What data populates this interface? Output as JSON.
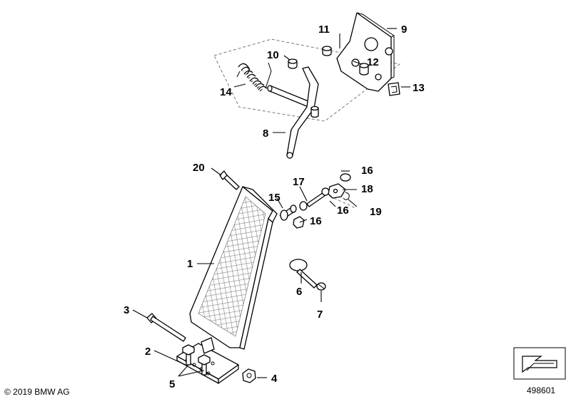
{
  "diagram": {
    "callouts": {
      "c1": "1",
      "c2": "2",
      "c3": "3",
      "c4": "4",
      "c5": "5",
      "c6": "6",
      "c7": "7",
      "c8": "8",
      "c9": "9",
      "c10": "10",
      "c11": "11",
      "c12": "12",
      "c13": "13",
      "c14": "14",
      "c15": "15",
      "c16a": "16",
      "c16b": "16",
      "c16c": "16",
      "c17": "17",
      "c18": "18",
      "c19": "19",
      "c20": "20"
    },
    "copyright": "© 2019 BMW AG",
    "image_number": "498601",
    "icon": "parts-arrow-icon"
  }
}
